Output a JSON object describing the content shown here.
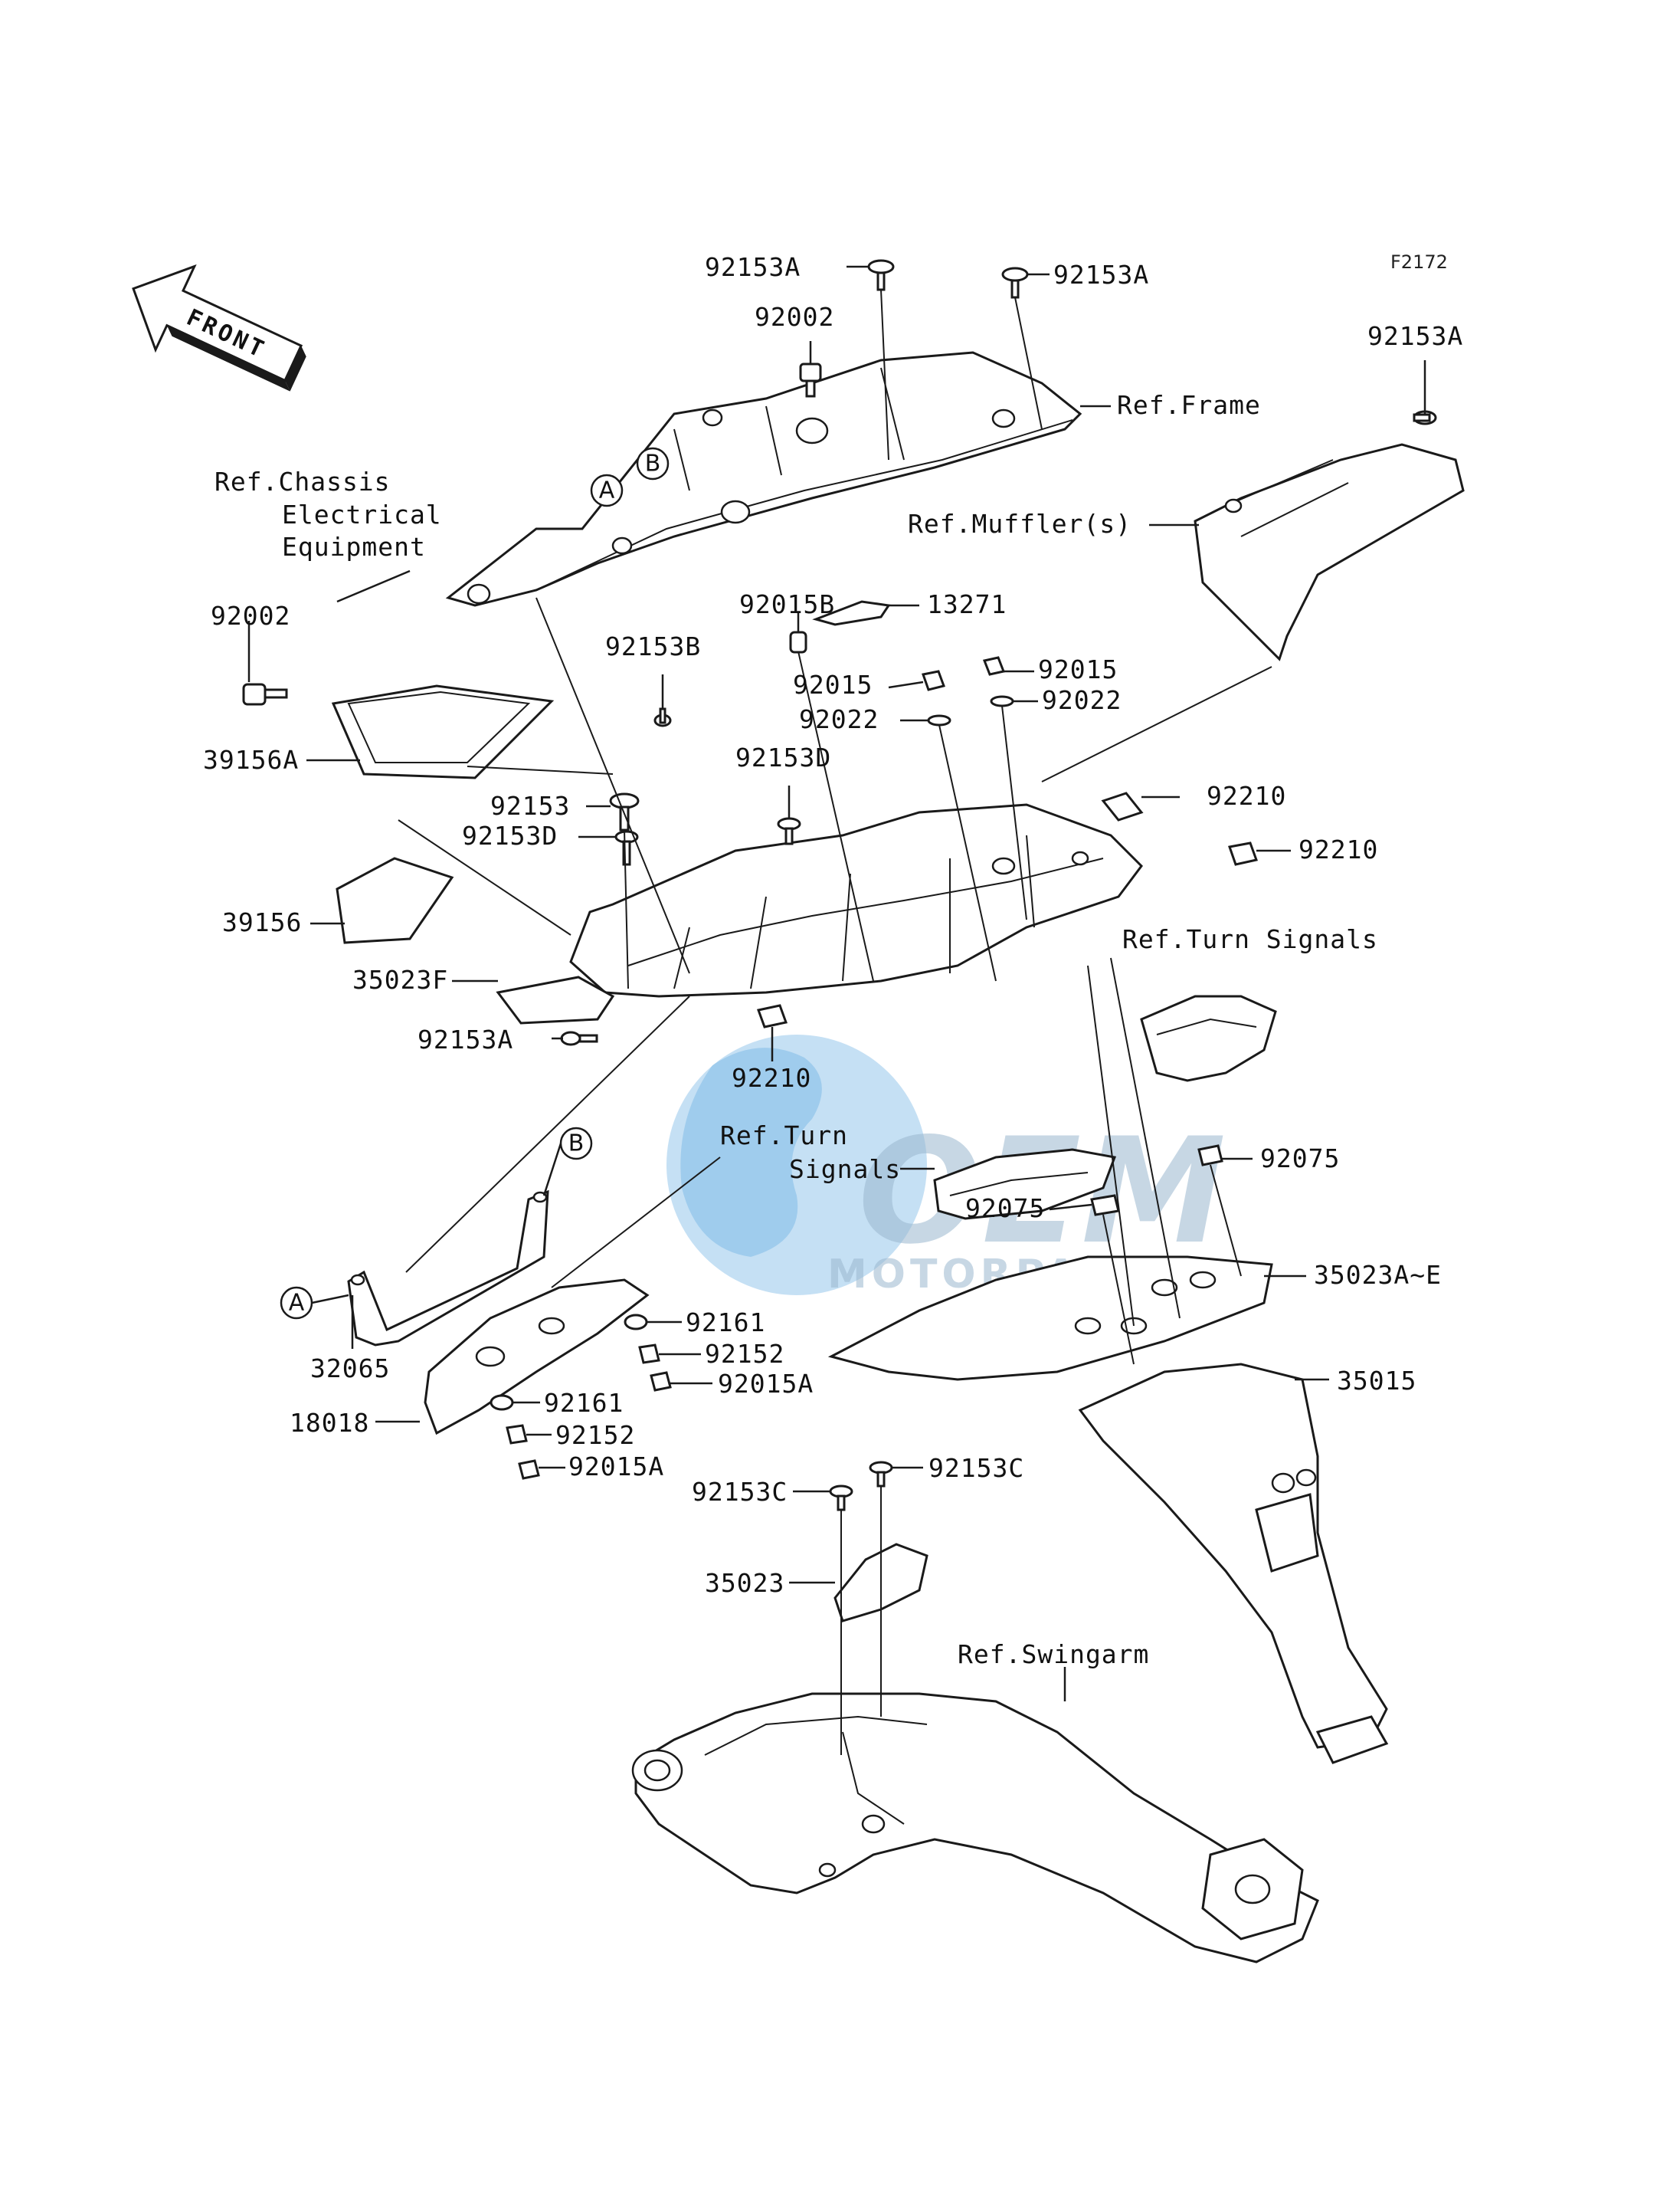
{
  "figure_code": "F2172",
  "front_arrow_label": "FRONT",
  "watermark": {
    "brand": "OEM",
    "sub": "MOTORPARTS"
  },
  "callouts": {
    "a": "A",
    "b": "B"
  },
  "labels": {
    "p92153A_top_left": "92153A",
    "p92153A_top_mid": "92153A",
    "p92153A_top_right": "92153A",
    "p92002_top": "92002",
    "ref_frame": "Ref.Frame",
    "ref_chassis_1": "Ref.Chassis",
    "ref_chassis_2": "Electrical",
    "ref_chassis_3": "Equipment",
    "ref_muffler": "Ref.Muffler(s)",
    "p92002_left": "92002",
    "p92015B": "92015B",
    "p13271": "13271",
    "p92153B": "92153B",
    "p92015_left": "92015",
    "p92015_right": "92015",
    "p92022_left": "92022",
    "p92022_right": "92022",
    "p39156A": "39156A",
    "p92153D_mid": "92153D",
    "p92153": "92153",
    "p92153D_left": "92153D",
    "p92210_top": "92210",
    "p92210_right": "92210",
    "p39156": "39156",
    "p35023F": "35023F",
    "ref_turn_signals_right": "Ref.Turn Signals",
    "p92153A_mid": "92153A",
    "p92210_bottom": "92210",
    "ref_turn_signals_mid_1": "Ref.Turn",
    "ref_turn_signals_mid_2": "Signals",
    "p92075_right": "92075",
    "p92075_mid": "92075",
    "p35023A_E": "35023A~E",
    "p92161_top": "92161",
    "p92152_top": "92152",
    "p92015A_top": "92015A",
    "p32065": "32065",
    "p35015": "35015",
    "p18018": "18018",
    "p92161_bottom": "92161",
    "p92152_bottom": "92152",
    "p92015A_bottom": "92015A",
    "p92153C_left": "92153C",
    "p92153C_right": "92153C",
    "p35023": "35023",
    "ref_swingarm": "Ref.Swingarm"
  }
}
